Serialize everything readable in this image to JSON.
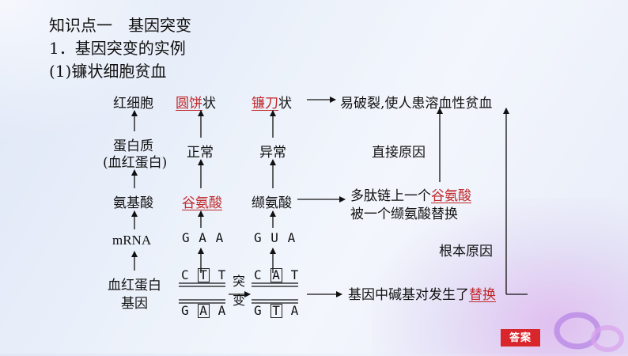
{
  "header": {
    "title": "知识点一　基因突变",
    "subtitle": "1．基因突变的实例",
    "section": "(1)镰状细胞贫血"
  },
  "rows": {
    "red_cell": "红细胞",
    "normal_shape_answer": "圆饼",
    "shape_suffix_1": "状",
    "mutant_shape_answer": "镰刀",
    "shape_suffix_2": "状",
    "consequence": "易破裂,使人患溶血性贫血",
    "protein": "蛋白质",
    "protein_note": "(血红蛋白)",
    "normal": "正常",
    "abnormal": "异常",
    "amino_acid": "氨基酸",
    "normal_aa_answer": "谷氨酸",
    "mutant_aa": "缬氨酸",
    "aa_change_prefix": "多肽链上一个",
    "aa_change_answer": "谷氨酸",
    "aa_change_line2": "被一个缬氨酸替换",
    "mrna": "mRNA",
    "gene": "血红蛋白",
    "gene_line2": "基因",
    "gene_change_prefix": "基因中碱基对发生了",
    "gene_change_answer": "替换"
  },
  "sequences": {
    "normal_mrna": [
      "G",
      "A",
      "A"
    ],
    "mutant_mrna": [
      "G",
      "U",
      "A"
    ],
    "normal_dna_top": [
      "C",
      "T",
      "T"
    ],
    "normal_dna_bottom": [
      "G",
      "A",
      "A"
    ],
    "mutant_dna_top": [
      "C",
      "A",
      "T"
    ],
    "mutant_dna_bottom": [
      "G",
      "T",
      "A"
    ]
  },
  "labels": {
    "direct_cause": "直接原因",
    "root_cause": "根本原因",
    "mutation_1": "突",
    "mutation_2": "变"
  },
  "buttons": {
    "answer": "答案"
  },
  "colors": {
    "answer_red": "#c0282b",
    "button_red": "#d9262c"
  }
}
